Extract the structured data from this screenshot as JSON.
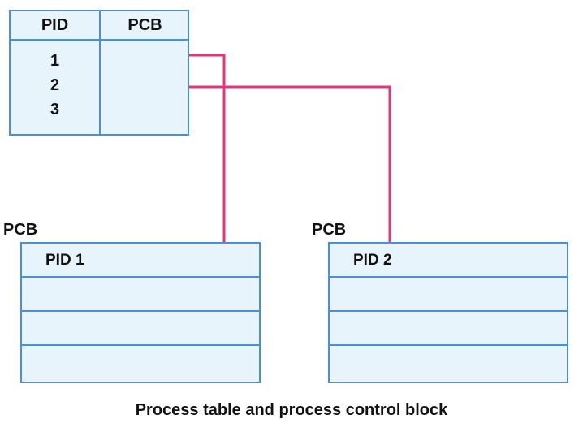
{
  "process_table": {
    "headers": {
      "pid": "PID",
      "pcb": "PCB"
    },
    "pids": [
      "1",
      "2",
      "3"
    ]
  },
  "pcb_blocks": [
    {
      "label": "PCB",
      "title": "PID 1"
    },
    {
      "label": "PCB",
      "title": "PID 2"
    }
  ],
  "caption": "Process table and process control block",
  "colors": {
    "border": "#4a90d9",
    "fill": "#e8f4fc",
    "link": "#e8337a"
  }
}
